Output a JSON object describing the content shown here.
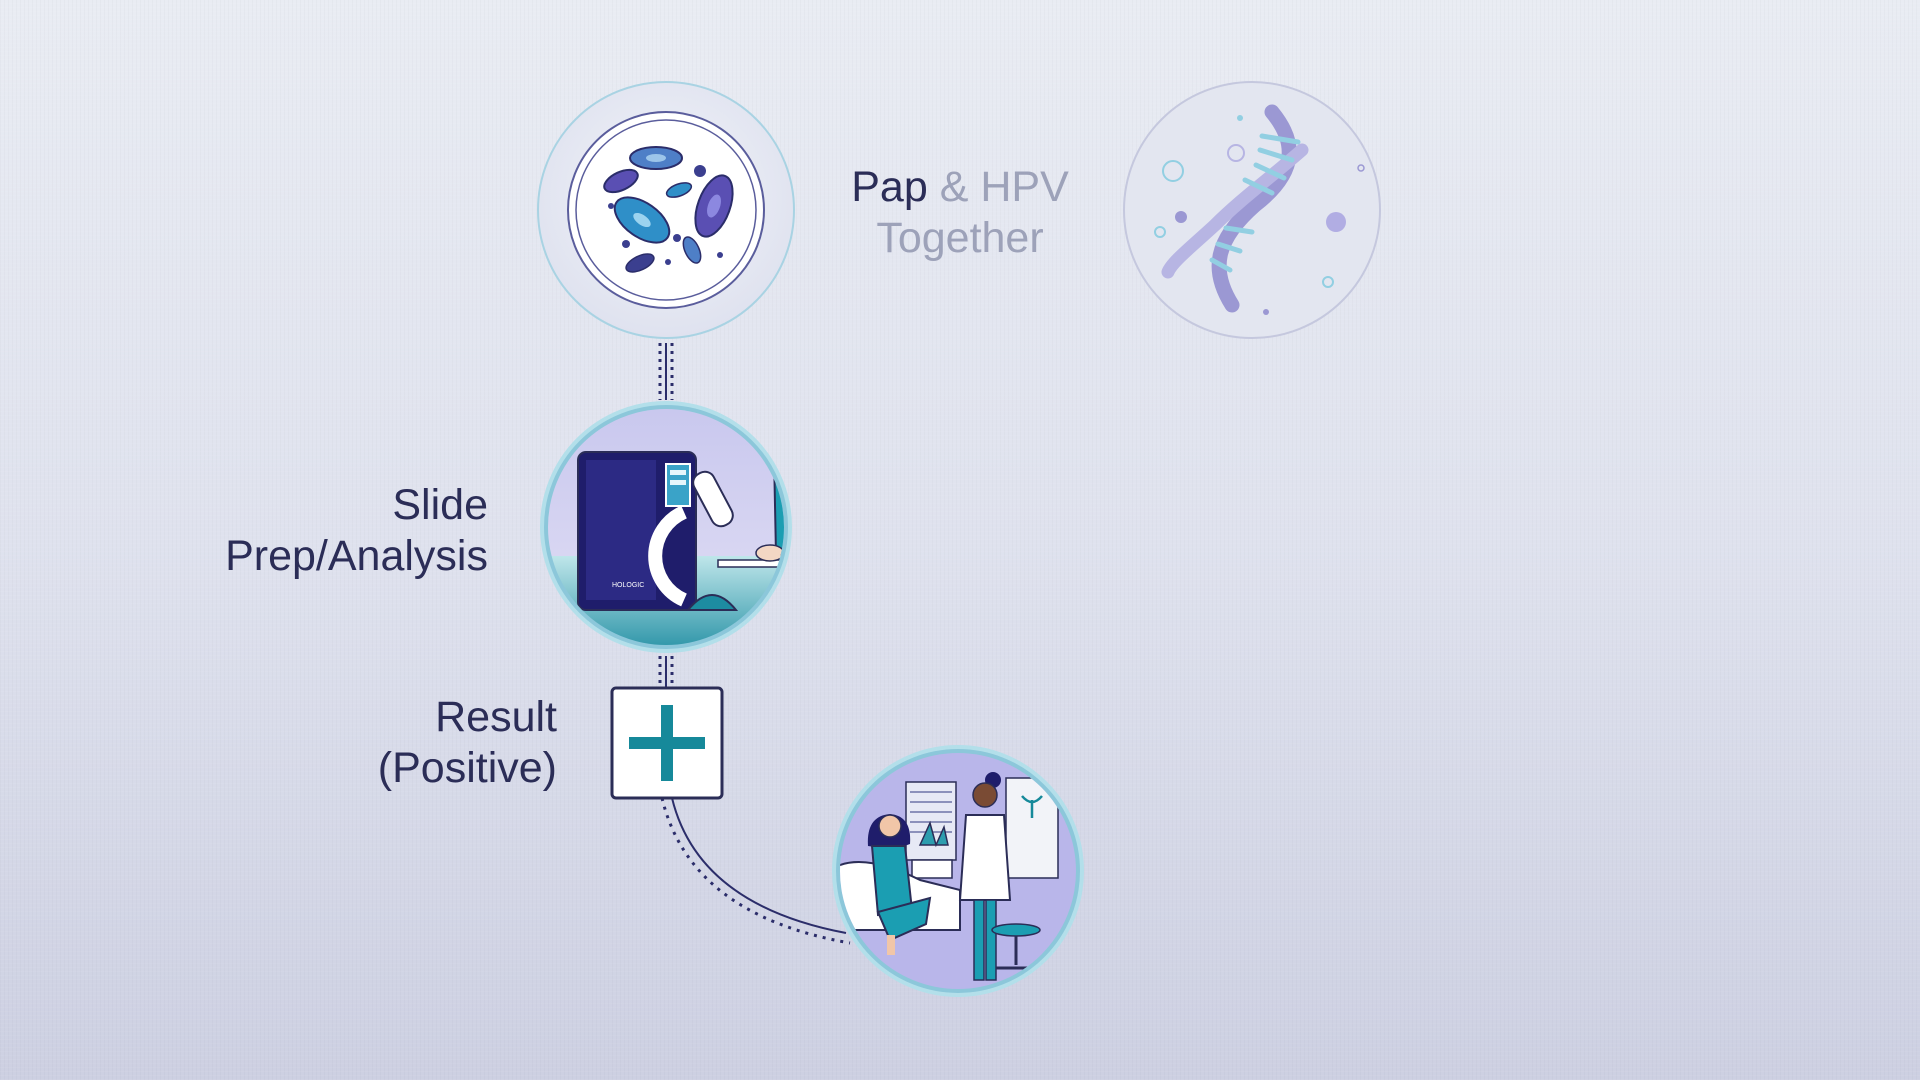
{
  "steps": {
    "pap_hpv": {
      "word1": "Pap",
      "word2": "& HPV",
      "word3": "Together"
    },
    "slide_prep": {
      "line1": "Slide",
      "line2": "Prep/Analysis"
    },
    "result": {
      "line1": "Result",
      "line2": "(Positive)"
    }
  },
  "instrument_brand": "HOLOGIC",
  "icons": [
    "cells-icon",
    "dna-icon",
    "processor-microscope-icon",
    "plus-result-icon",
    "doctor-consultation-icon"
  ],
  "colors": {
    "navy": "#2b2d57",
    "teal": "#16899a",
    "purple": "#8a88d0",
    "muted_text": "#9da2b9"
  }
}
